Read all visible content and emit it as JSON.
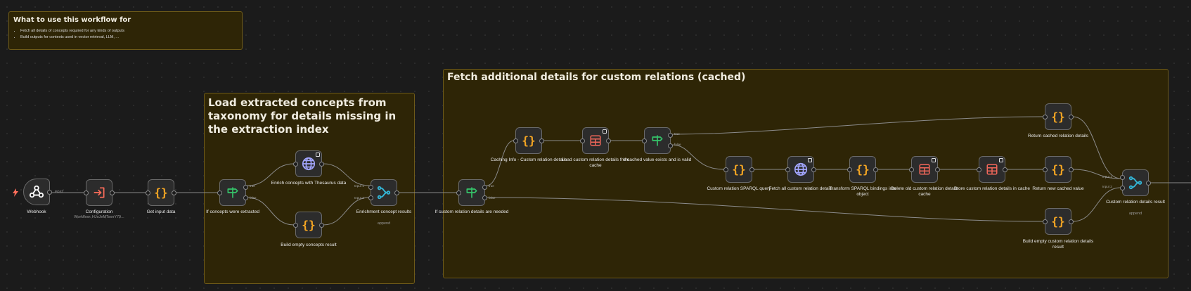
{
  "notes": {
    "usage": {
      "title": "What to use this workflow for",
      "items": [
        "Fetch all details of concepts required for any kinds of outputs",
        "Build outputs for contexts used in vector retrieval, LLM, ..."
      ]
    },
    "load": {
      "title": "Load extracted concepts from taxonomy for details missing in the extraction index"
    },
    "fetch": {
      "title": "Fetch additional details for custom relations (cached)"
    }
  },
  "nodes": {
    "webhook": {
      "label": "Webhook",
      "port": "POST"
    },
    "configuration": {
      "label": "Configuration",
      "sublabel": "Workflow: HJoJeMTsxnY79..."
    },
    "get_input": {
      "label": "Get input data"
    },
    "if_extracted": {
      "label": "If concepts were extracted",
      "true": "true",
      "false": "false"
    },
    "enrich": {
      "label": "Enrich concepts with Thesaurus data"
    },
    "build_empty_concepts": {
      "label": "Build empty concepts result"
    },
    "enrichment_results": {
      "label": "Enrichment concept results",
      "sublabel": "append",
      "in1": "Input 1",
      "in2": "Input 2"
    },
    "if_custom": {
      "label": "If custom relation details are needed",
      "true": "true",
      "false": "false"
    },
    "caching_info": {
      "label": "Caching Info - Custom relation details"
    },
    "load_cache": {
      "label": "Load custom relation details from cache"
    },
    "if_cached": {
      "label": "If cached value exists and is valid",
      "true": "true",
      "false": "false"
    },
    "sparql_query": {
      "label": "Custom relation SPARQL query"
    },
    "fetch_all": {
      "label": "Fetch all custom relation details"
    },
    "transform": {
      "label": "Transform SPARQL bindings into object"
    },
    "delete_cache": {
      "label": "Delete old custom relation details cache"
    },
    "store_cache": {
      "label": "Store custom relation details in cache"
    },
    "return_cached": {
      "label": "Return cached relation details"
    },
    "return_new": {
      "label": "Return new cached value"
    },
    "build_empty_custom": {
      "label": "Build empty custom relation details result"
    },
    "custom_results": {
      "label": "Custom relation details result",
      "sublabel": "append",
      "in1": "Input 1",
      "in2": "Input 2"
    }
  },
  "colors": {
    "canvas": "#1b1b1b",
    "sticky": "#2e2506",
    "sticky_border": "#6e5a18",
    "code_icon": "#f5a623",
    "table_icon": "#f2675a",
    "http_icon": "#a3a6ff",
    "if_icon": "#35c46a",
    "merge_icon": "#33b5d6",
    "config_icon": "#ff6d5a",
    "edge": "#8a8a8a"
  },
  "icons": {
    "webhook": "webhook-icon",
    "configuration": "execute-workflow-icon",
    "code": "code-braces-icon",
    "if": "if-signpost-icon",
    "http": "globe-icon",
    "merge": "merge-icon",
    "table": "table-icon"
  }
}
